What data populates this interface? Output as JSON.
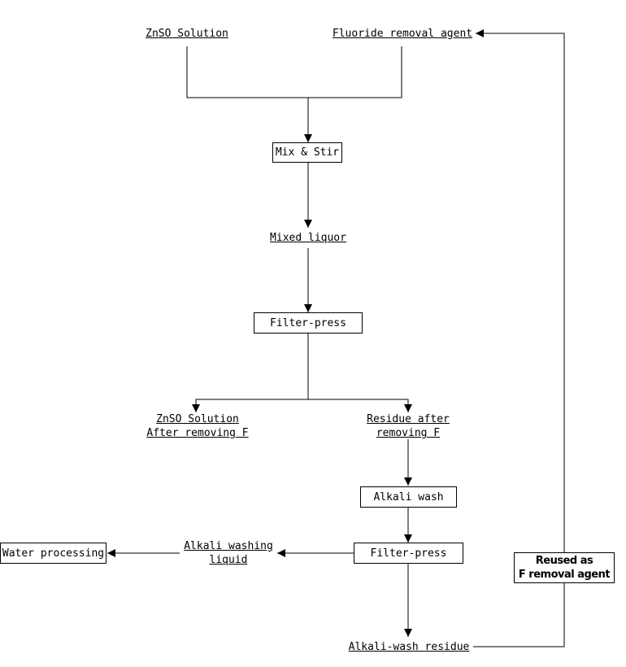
{
  "nodes": {
    "znso_solution": "ZnSO Solution",
    "fluoride_agent": "Fluoride removal agent",
    "mix_stir": "Mix & Stir",
    "mixed_liquor": "Mixed liquor",
    "filter_press_1": "Filter-press",
    "znso_after_line1": "ZnSO Solution",
    "znso_after_line2": "After removing F",
    "residue_line1": "Residue after",
    "residue_line2": "removing F",
    "alkali_wash": "Alkali wash",
    "filter_press_2": "Filter-press",
    "alkali_liquid_line1": "Alkali washing",
    "alkali_liquid_line2": "liquid",
    "water_processing": "Water processing",
    "alkali_residue": "Alkali-wash residue",
    "reused_line1": "Reused as",
    "reused_line2": "F removal agent"
  }
}
